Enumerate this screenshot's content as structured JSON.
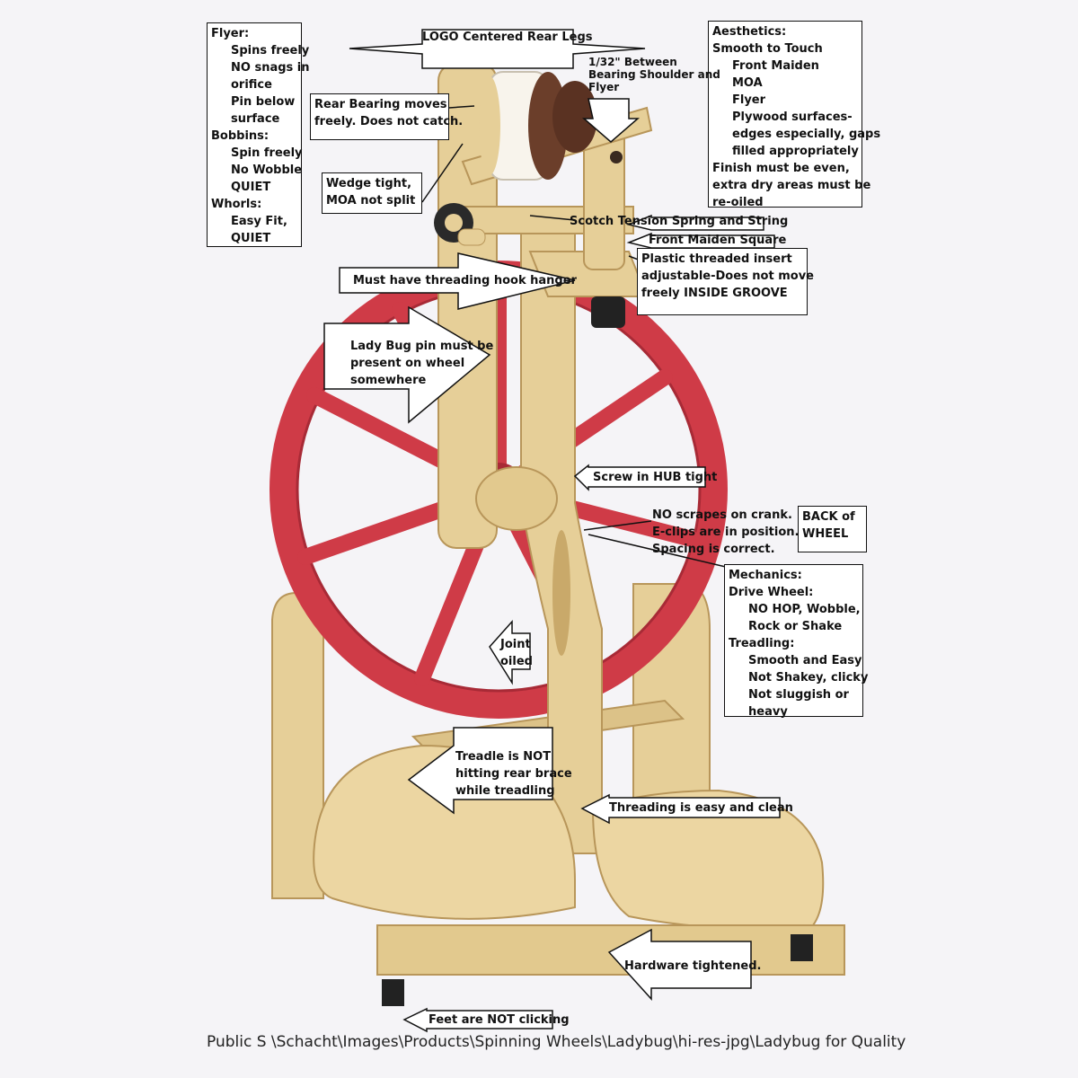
{
  "notes": {
    "flyer_box": [
      "Flyer:",
      "Spins freely",
      "NO snags in",
      "orifice",
      "Pin below",
      "surface",
      "Bobbins:",
      "Spin freely",
      "No Wobble",
      "QUIET",
      "Whorls:",
      "Easy Fit,",
      "QUIET"
    ],
    "aesthetics_box": [
      "Aesthetics:",
      "Smooth to Touch",
      "Front Maiden",
      "MOA",
      "Flyer",
      "Plywood surfaces-",
      "edges especially, gaps",
      "filled appropriately",
      "Finish must be even,",
      "extra dry areas must be",
      "re-oiled"
    ],
    "mechanics_box": [
      "Mechanics:",
      "Drive Wheel:",
      "NO HOP, Wobble,",
      "Rock or Shake",
      "Treadling:",
      "Smooth and Easy",
      "Not Shakey, clicky",
      "Not sluggish or",
      "heavy"
    ],
    "logo": "LOGO Centered Rear Legs",
    "bearing_gap": [
      "1/32\" Between",
      "Bearing Shoulder and",
      "Flyer"
    ],
    "rear_bearing": [
      "Rear Bearing moves",
      "freely. Does not catch."
    ],
    "wedge": [
      "Wedge tight,",
      "MOA not split"
    ],
    "scotch": "Scotch Tension  Spring and String",
    "front_maiden": "Front Maiden Square",
    "plastic_insert": [
      "Plastic threaded insert",
      "adjustable-Does not move",
      "freely  INSIDE GROOVE"
    ],
    "threading_hook": "Must have threading hook hanger",
    "lady_bug": [
      "Lady Bug pin must be",
      "present on wheel",
      "somewhere"
    ],
    "hub": "Screw in HUB tight",
    "crank": [
      "NO scrapes on crank.",
      "E-clips are in position.",
      "Spacing is correct."
    ],
    "back_wheel": [
      "BACK of",
      "WHEEL"
    ],
    "joint": [
      "Joint",
      "oiled"
    ],
    "treadle": [
      "Treadle is NOT",
      "hitting rear brace",
      "while treadling"
    ],
    "threading_easy": "Threading is easy and clean",
    "hardware": "Hardware tightened.",
    "feet": "Feet are NOT clicking"
  },
  "footer": "Public S \\Schacht\\Images\\Products\\Spinning Wheels\\Ladybug\\hi-res-jpg\\Ladybug for Quality",
  "colors": {
    "wood": "#e6cf98",
    "wood_dark": "#c9a96a",
    "wheel_red": "#cf3b47",
    "wheel_red_dark": "#a82a36",
    "background": "#f5f4f7"
  }
}
